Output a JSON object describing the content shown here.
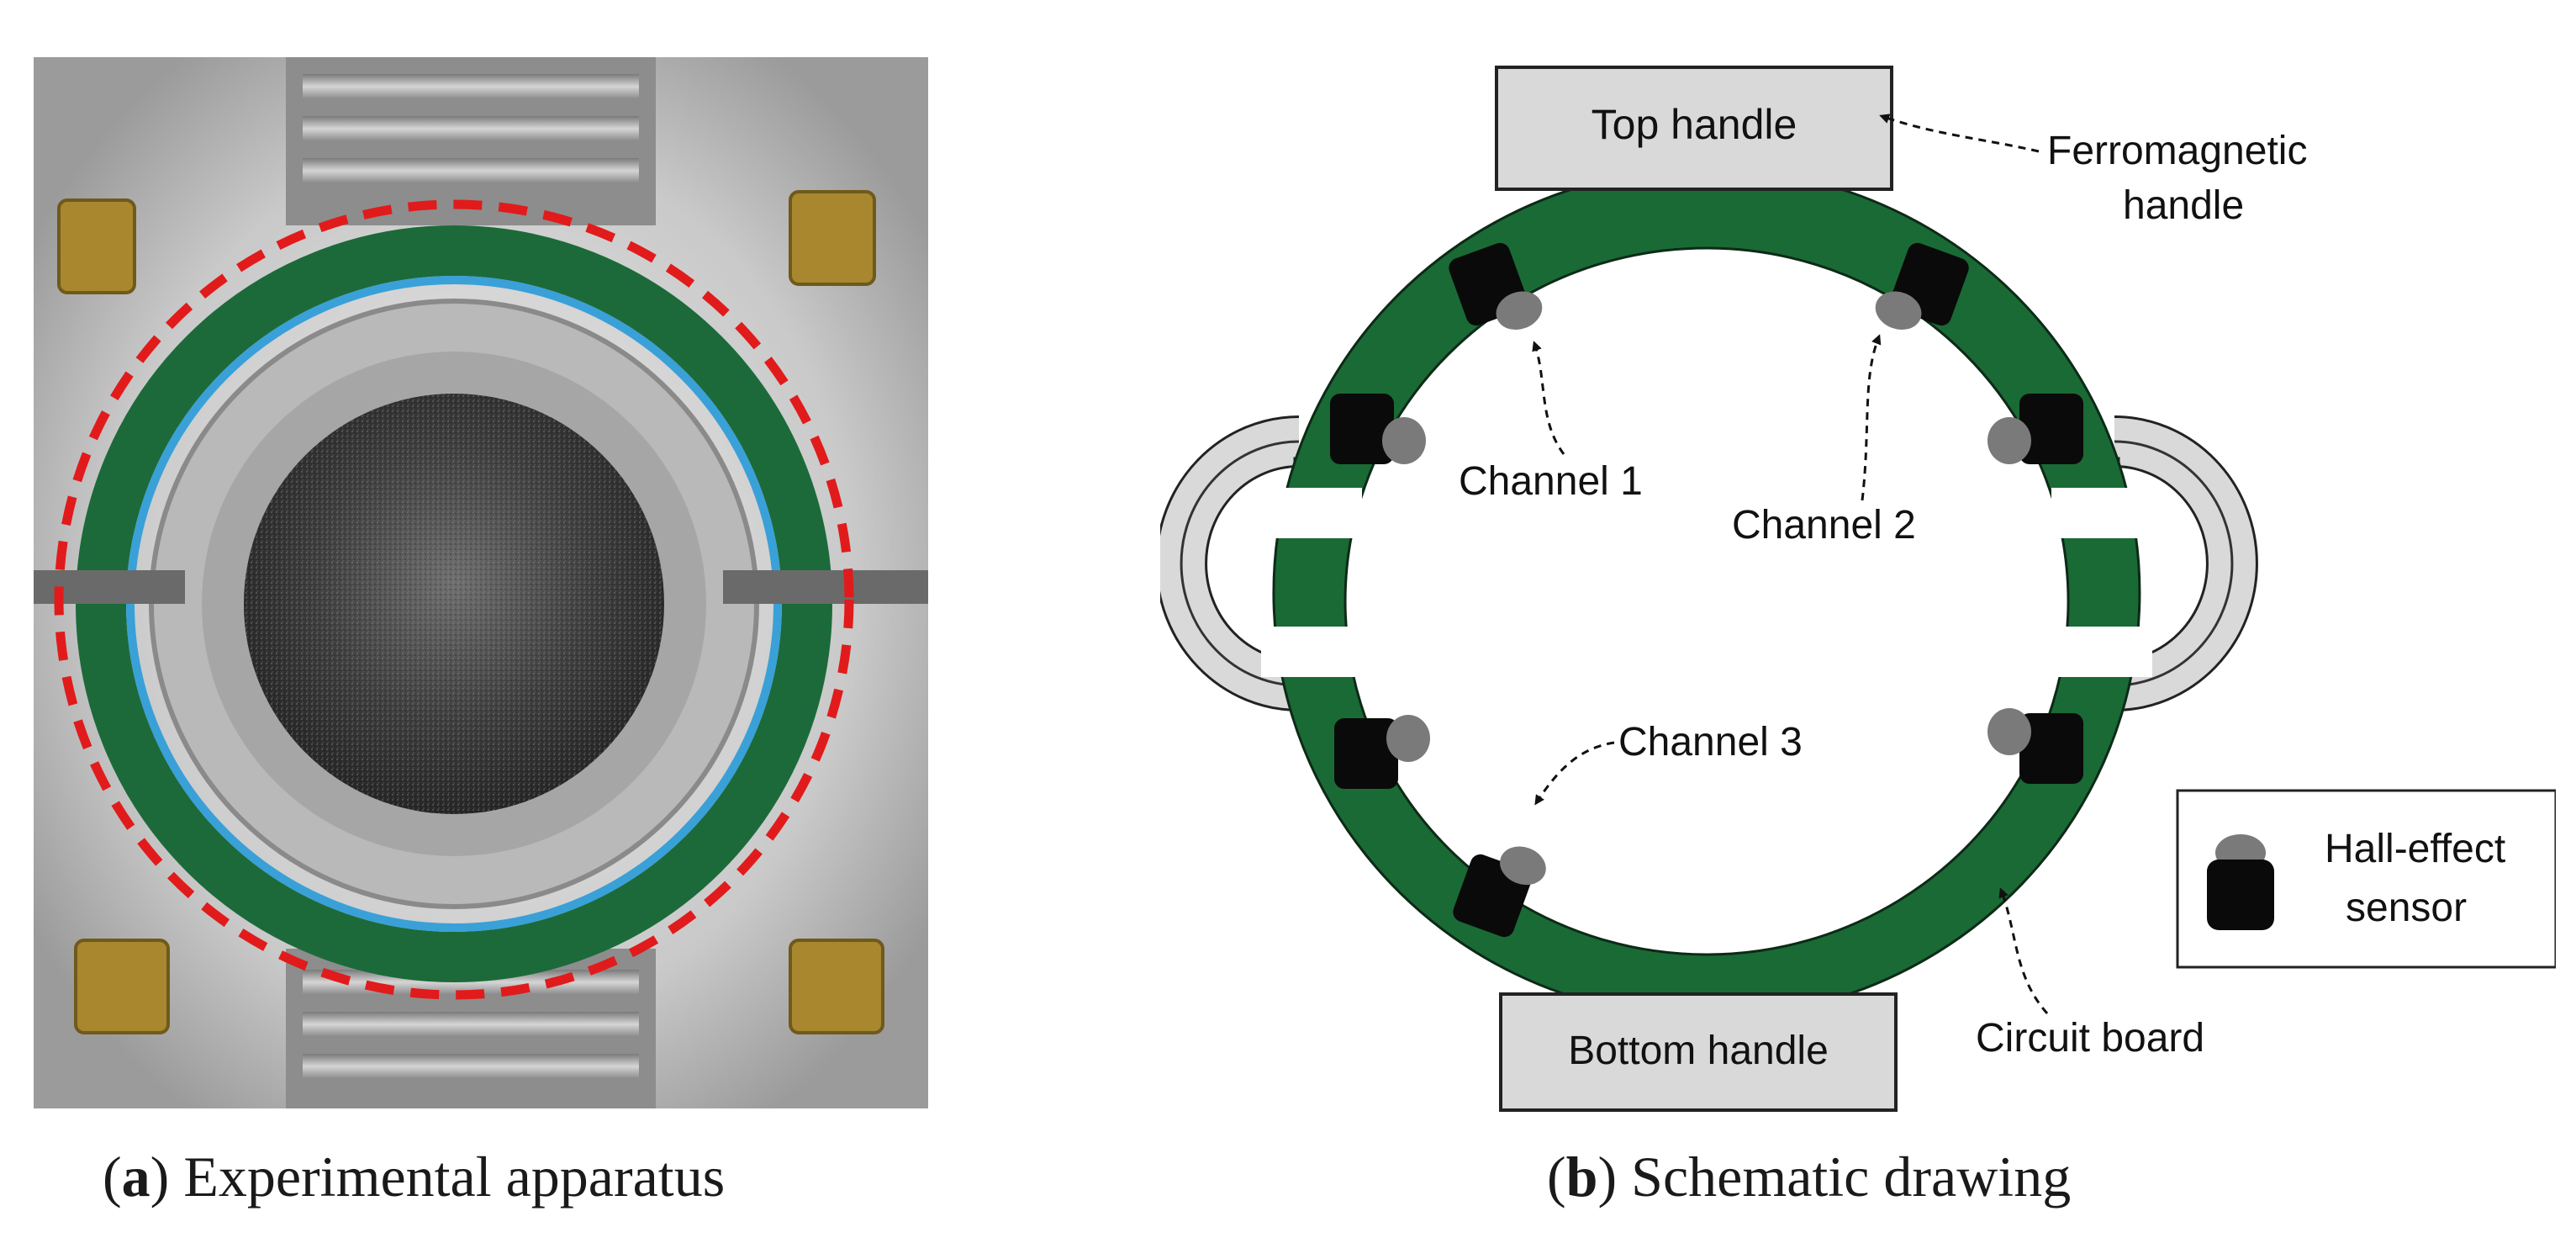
{
  "panel_a": {
    "caption_letter": "a",
    "caption_text": "Experimental apparatus"
  },
  "panel_b": {
    "caption_letter": "b",
    "caption_text": "Schematic drawing",
    "labels": {
      "top_handle": "Top handle",
      "bottom_handle": "Bottom handle",
      "ferromagnetic_line1": "Ferromagnetic",
      "ferromagnetic_line2": "handle",
      "channel_1": "Channel 1",
      "channel_2": "Channel 2",
      "channel_3": "Channel 3",
      "circuit_board": "Circuit board",
      "legend_line1": "Hall-effect",
      "legend_line2": "sensor"
    }
  },
  "colors": {
    "circuit_board": "#1a6a35",
    "handle_fill": "#d9d9d9",
    "sensor_chip": "#0a0a0a",
    "sensor_element": "#7a7a7a",
    "dashed_circle": "#e11b1b",
    "aluminum": "#c8c8c8"
  }
}
